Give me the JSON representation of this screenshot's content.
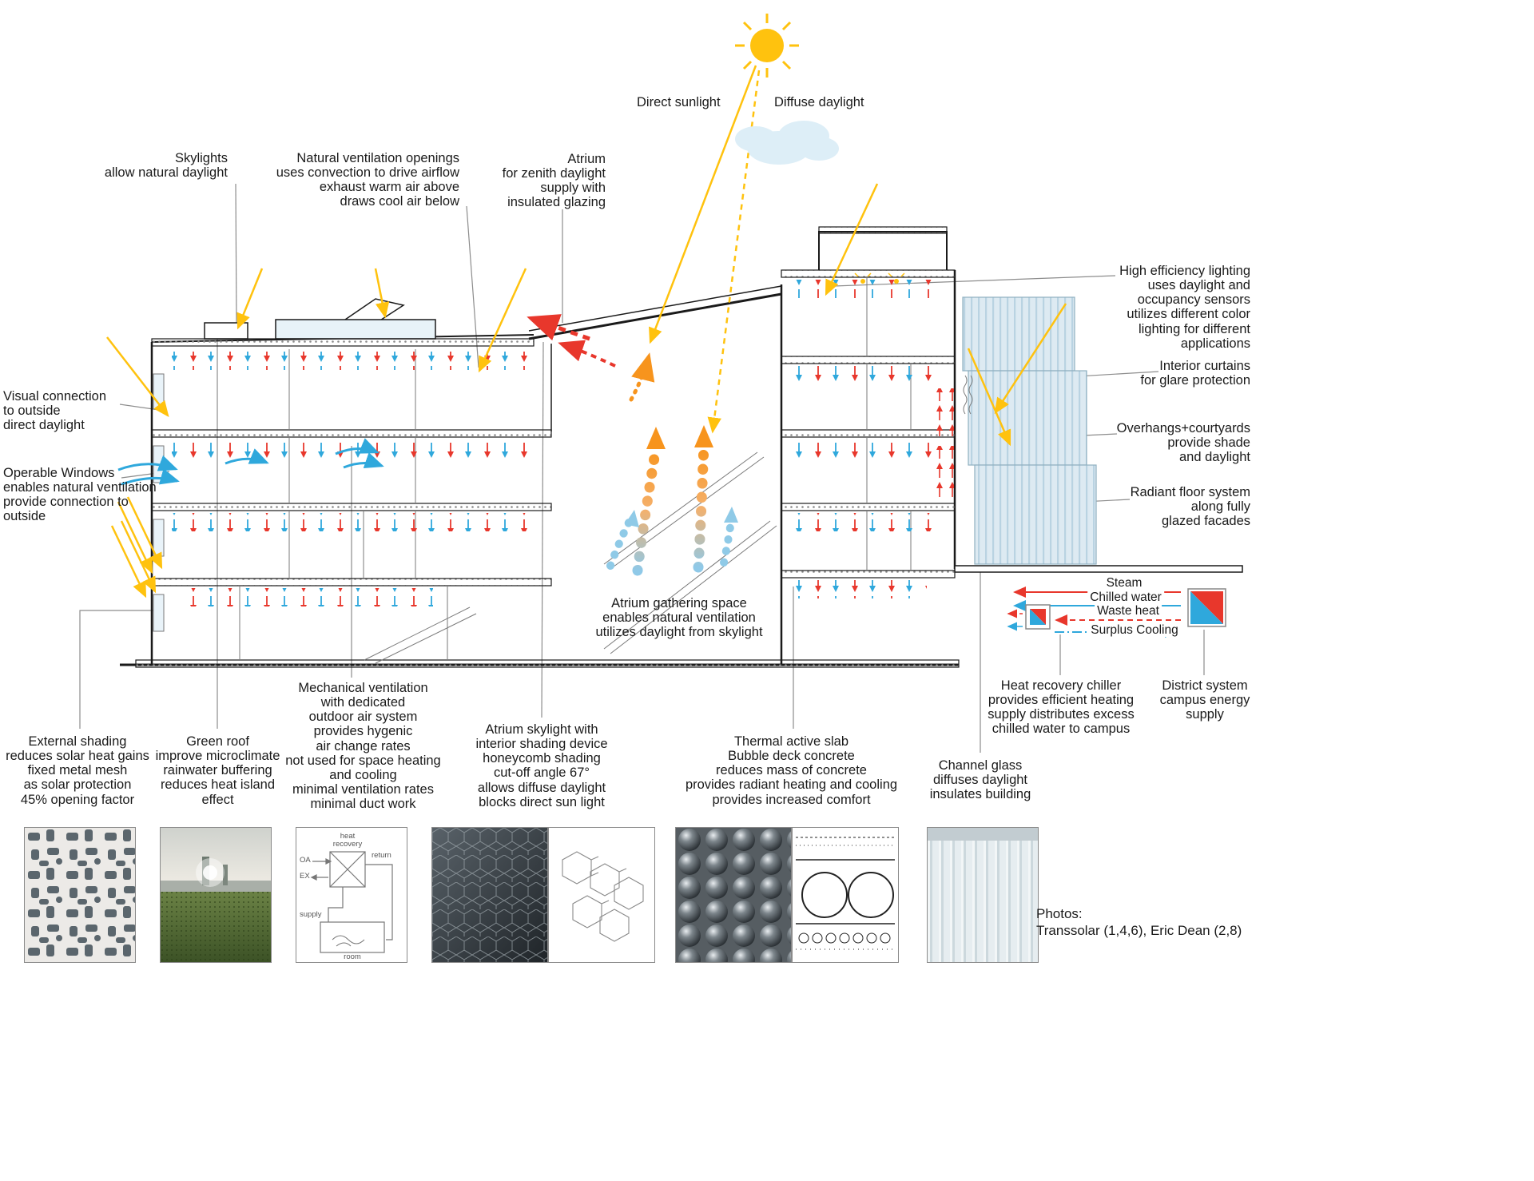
{
  "scene": {
    "labels": {
      "direct_sunlight": "Direct sunlight",
      "diffuse_daylight": "Diffuse daylight",
      "skylights": "Skylights\nallow natural daylight",
      "natural_ventilation": "Natural ventilation openings\nuses convection to drive airflow\nexhaust warm air above\ndraws cool air below",
      "atrium_zenith": "Atrium\nfor zenith daylight\nsupply with\ninsulated glazing",
      "visual_connection": "Visual connection\nto outside\ndirect daylight",
      "operable_windows": "Operable Windows\nenables natural ventilation\nprovide connection to\noutside",
      "high_efficiency_lighting": "High efficiency lighting\nuses daylight and\noccupancy sensors\nutilizes different color\nlighting for different\napplications",
      "interior_curtains": "Interior curtains\nfor glare protection",
      "overhangs_courtyards": "Overhangs+courtyards\nprovide shade\nand daylight",
      "radiant_floor": "Radiant floor system\nalong fully\nglazed facades",
      "atrium_gathering": "Atrium gathering space\nenables natural ventilation\nutilizes daylight from skylight",
      "external_shading": "External shading\nreduces solar heat gains\nfixed metal mesh\nas solar protection\n45% opening factor",
      "green_roof": "Green roof\nimprove microclimate\nrainwater buffering\nreduces heat island\neffect",
      "mechanical_ventilation": "Mechanical ventilation\nwith dedicated\noutdoor air system\nprovides hygenic\nair change rates\nnot used for space heating\nand cooling\nminimal ventilation rates\nminimal duct work",
      "atrium_skylight": "Atrium skylight with\ninterior shading device\nhoneycomb shading\ncut-off angle 67°\nallows diffuse daylight\nblocks direct sun light",
      "thermal_active_slab": "Thermal active slab\nBubble deck concrete\nreduces mass of concrete\nprovides radiant heating and cooling\nprovides increased comfort",
      "channel_glass": "Channel glass\ndiffuses daylight\ninsulates building",
      "heat_recovery_chiller": "Heat recovery chiller\nprovides efficient heating\nsupply distributes excess\nchilled water to campus",
      "district_system": "District system\ncampus energy\nsupply",
      "photo_credits": "Photos:\nTranssolar (1,4,6), Eric Dean (2,8)"
    },
    "legend": {
      "steam": "Steam",
      "chilled_water": "Chilled water",
      "waste_heat": "Waste heat",
      "surplus_cooling": "Surplus Cooling"
    },
    "hvac_schematic": {
      "heat_recovery": "heat\nrecovery",
      "return_line": "return",
      "oa": "OA",
      "ex": "EX",
      "supply": "supply",
      "room": "room"
    },
    "colors": {
      "sun_yellow": "#FFC20E",
      "heating_red": "#E8372C",
      "cooling_blue": "#2FA8DC",
      "warm_orange": "#F7941D",
      "glass_blue": "#DDEAF2",
      "leader_gray": "#8C8C8C",
      "text": "#1A1A1A"
    }
  }
}
